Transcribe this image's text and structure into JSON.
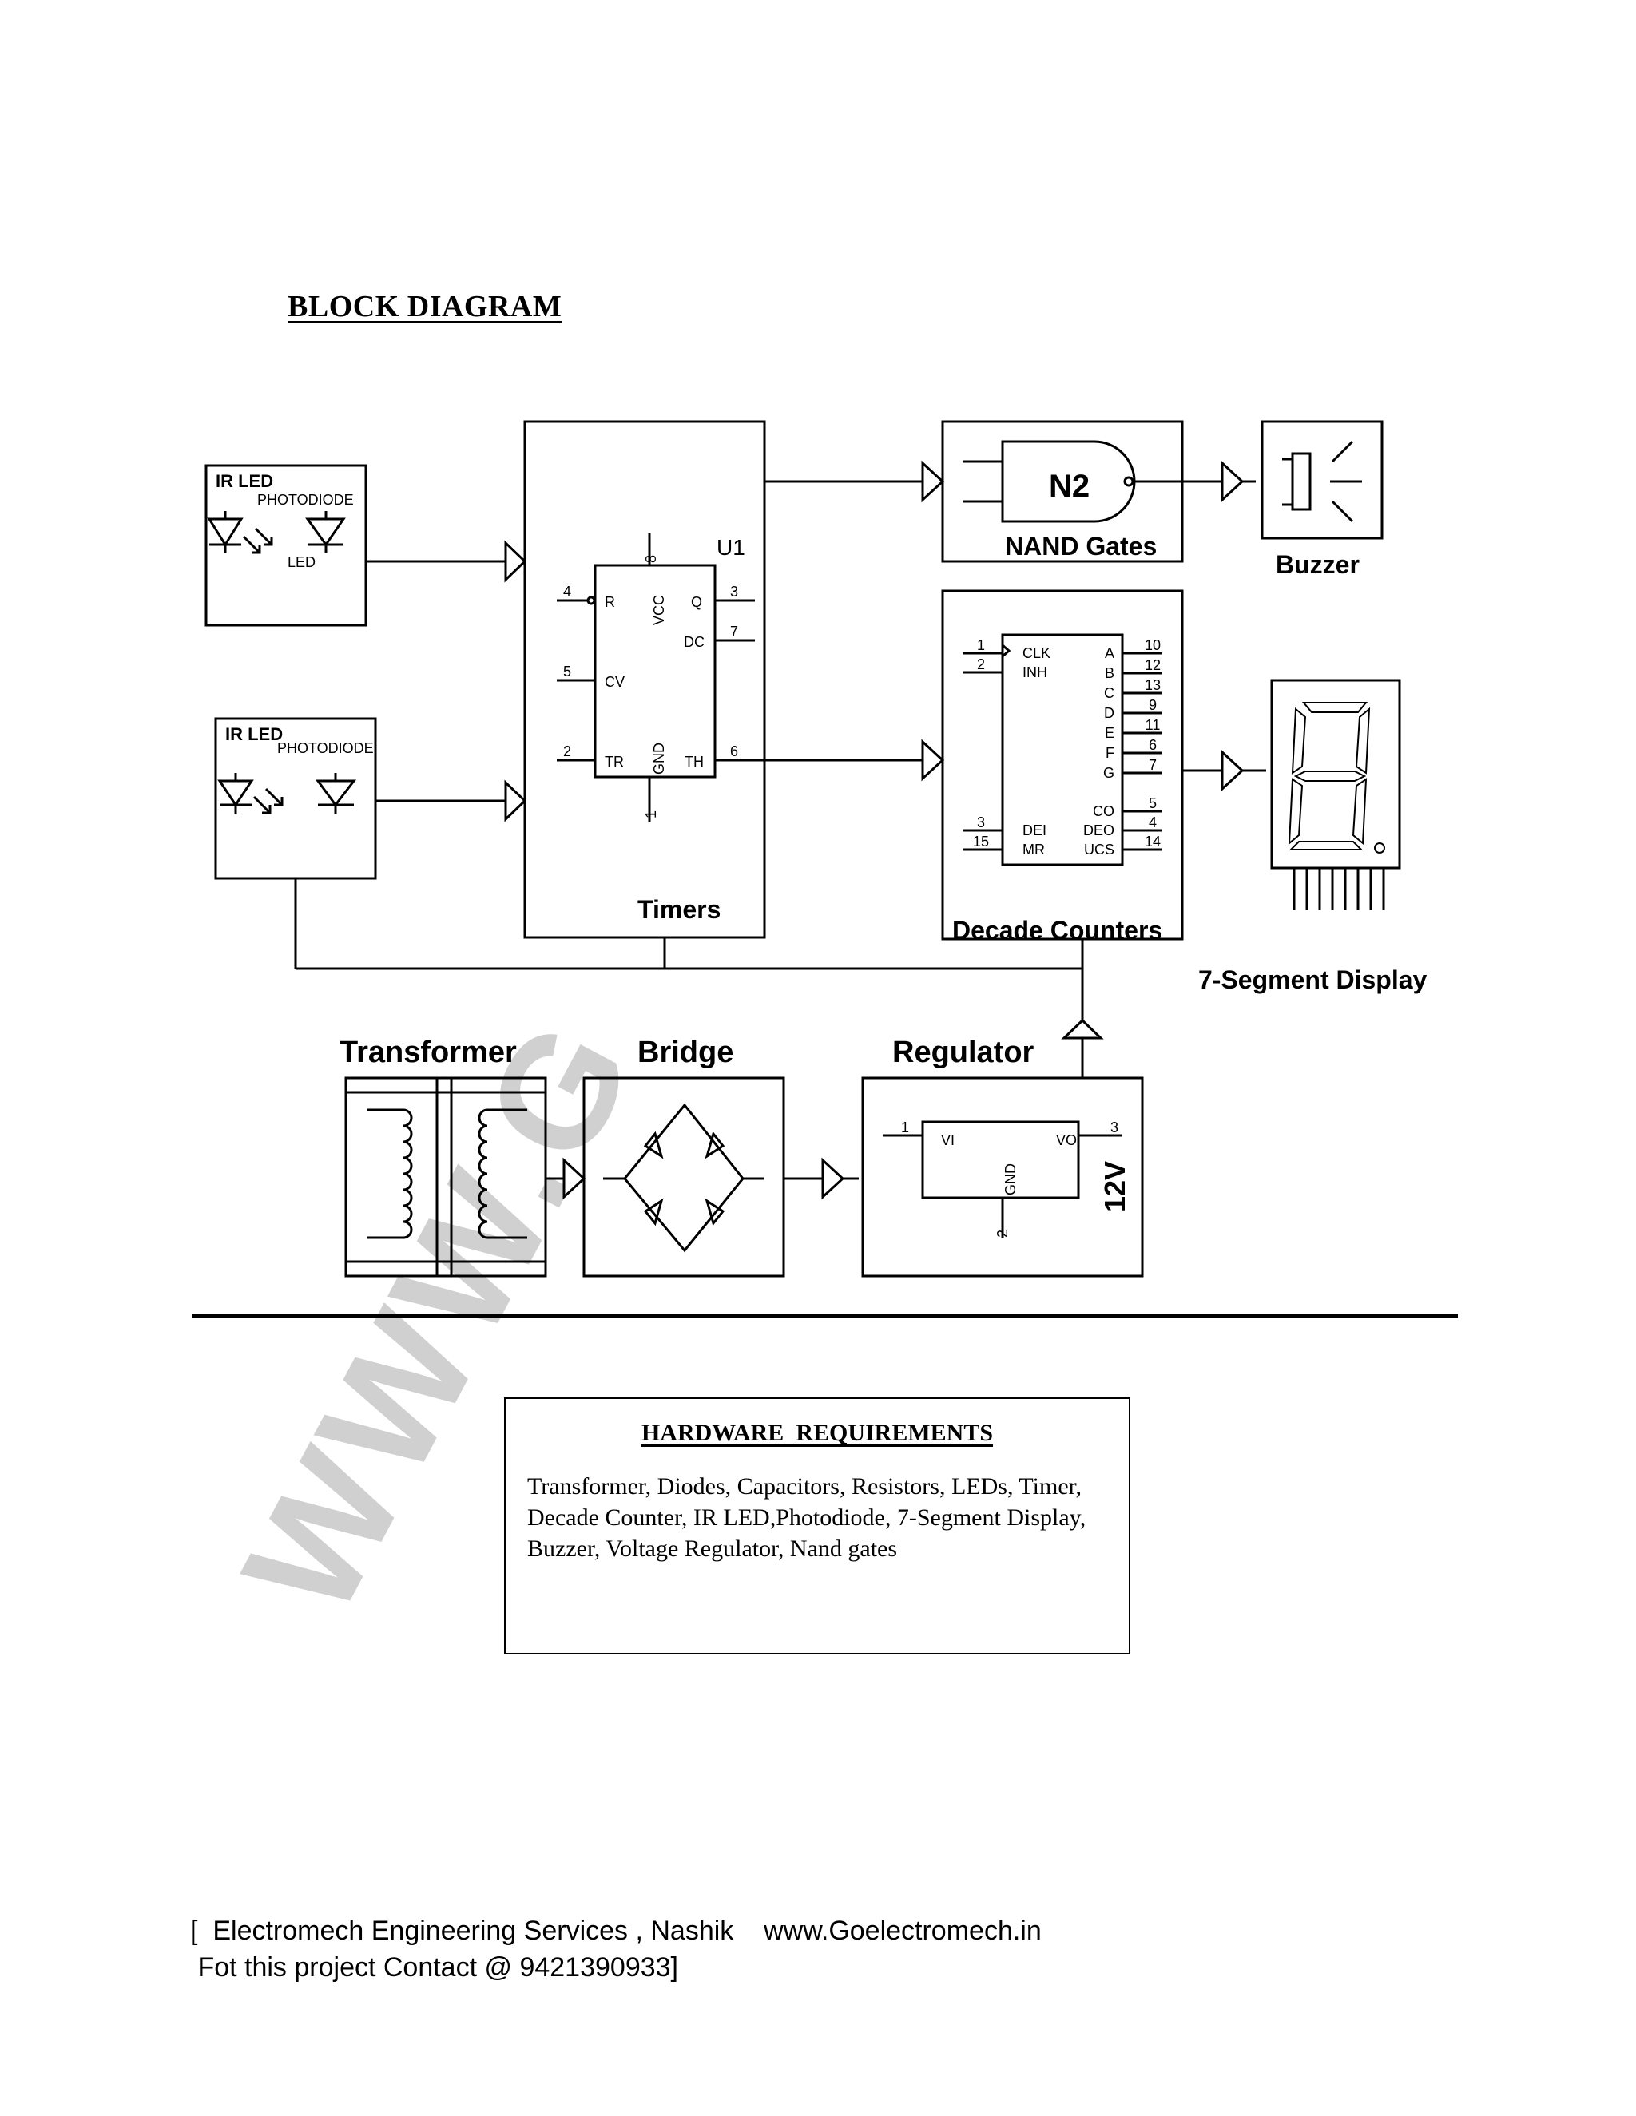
{
  "heading": "BLOCK DIAGRAM",
  "watermark": "WWW.G",
  "blocks": {
    "sensor1": {
      "title": "IR LED",
      "photodiode": "PHOTODIODE",
      "led": "LED"
    },
    "sensor2": {
      "title": "IR LED",
      "photodiode": "PHOTODIODE"
    },
    "timer": {
      "ref": "U1",
      "caption": "Timers",
      "pins": {
        "r_num": "4",
        "r": "R",
        "cv_num": "5",
        "cv": "CV",
        "tr_num": "2",
        "tr": "TR",
        "vcc_num": "8",
        "vcc": "VCC",
        "gnd_num": "1",
        "gnd": "GND",
        "q_num": "3",
        "q": "Q",
        "dc_num": "7",
        "dc": "DC",
        "th_num": "6",
        "th": "TH"
      }
    },
    "nand": {
      "ref": "N2",
      "caption": "NAND Gates"
    },
    "buzzer": {
      "caption": "Buzzer"
    },
    "counter": {
      "caption": "Decade Counters",
      "left_pins": [
        {
          "num": "1",
          "name": "CLK"
        },
        {
          "num": "2",
          "name": "INH"
        },
        {
          "num": "3",
          "name": "DEI"
        },
        {
          "num": "15",
          "name": "MR"
        }
      ],
      "right_pins": [
        {
          "num": "10",
          "name": "A"
        },
        {
          "num": "12",
          "name": "B"
        },
        {
          "num": "13",
          "name": "C"
        },
        {
          "num": "9",
          "name": "D"
        },
        {
          "num": "11",
          "name": "E"
        },
        {
          "num": "6",
          "name": "F"
        },
        {
          "num": "7",
          "name": "G"
        },
        {
          "num": "5",
          "name": "CO"
        },
        {
          "num": "4",
          "name": "DEO"
        },
        {
          "num": "14",
          "name": "UCS"
        }
      ]
    },
    "display": {
      "caption": "7-Segment Display"
    },
    "transformer": {
      "caption": "Transformer"
    },
    "bridge": {
      "caption": "Bridge"
    },
    "regulator": {
      "caption": "Regulator",
      "vi_num": "1",
      "vi": "VI",
      "vo_num": "3",
      "vo": "VO",
      "gnd_num": "2",
      "gnd": "GND",
      "voltage": "12V"
    }
  },
  "hardware": {
    "title": "HARDWARE  REQUIREMENTS",
    "text": "Transformer, Diodes, Capacitors, Resistors, LEDs, Timer, Decade Counter, IR LED,Photodiode, 7-Segment Display, Buzzer, Voltage Regulator, Nand gates"
  },
  "footer": {
    "line1": "[  Electromech Engineering Services , Nashik    www.Goelectromech.in",
    "line2": " Fot this project Contact @ 9421390933]"
  }
}
